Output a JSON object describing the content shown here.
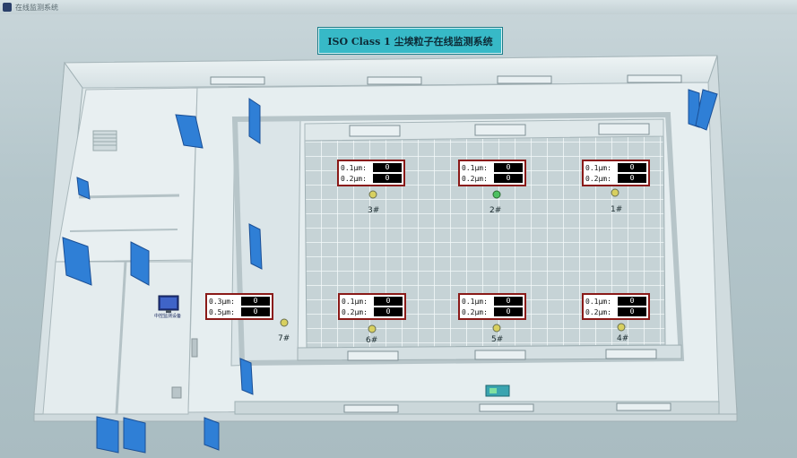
{
  "window": {
    "title": "在线监测系统"
  },
  "banner": {
    "title": "ISO Class 1 尘埃粒子在线监测系统"
  },
  "computer": {
    "label": "中控监测设备"
  },
  "points": [
    {
      "id": "3#",
      "rows": [
        {
          "label": "0.1μm:",
          "value": "0"
        },
        {
          "label": "0.2μm:",
          "value": "0"
        }
      ]
    },
    {
      "id": "2#",
      "rows": [
        {
          "label": "0.1μm:",
          "value": "0"
        },
        {
          "label": "0.2μm:",
          "value": "0"
        }
      ]
    },
    {
      "id": "1#",
      "rows": [
        {
          "label": "0.1μm:",
          "value": "0"
        },
        {
          "label": "0.2μm:",
          "value": "0"
        }
      ]
    },
    {
      "id": "7#",
      "rows": [
        {
          "label": "0.3μm:",
          "value": "0"
        },
        {
          "label": "0.5μm:",
          "value": "0"
        }
      ]
    },
    {
      "id": "6#",
      "rows": [
        {
          "label": "0.1μm:",
          "value": "0"
        },
        {
          "label": "0.2μm:",
          "value": "0"
        }
      ]
    },
    {
      "id": "5#",
      "rows": [
        {
          "label": "0.1μm:",
          "value": "0"
        },
        {
          "label": "0.2μm:",
          "value": "0"
        }
      ]
    },
    {
      "id": "4#",
      "rows": [
        {
          "label": "0.1μm:",
          "value": "0"
        },
        {
          "label": "0.2μm:",
          "value": "0"
        }
      ]
    }
  ],
  "colors": {
    "banner": "#37b9c7",
    "door": "#2f7fd6",
    "panel_border": "#8a1a18",
    "sensor_green": "#4cc060",
    "sensor_yellow": "#d8d060"
  }
}
